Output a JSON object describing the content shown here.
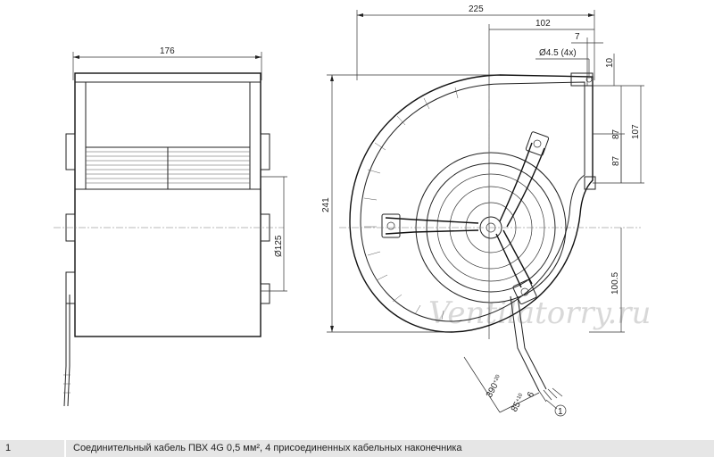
{
  "dimensions": {
    "side_width": "176",
    "front_width": "225",
    "outlet_offset": "102",
    "hole_offset": "7",
    "hole_spec": "Ø4.5 (4x)",
    "flange_height": "10",
    "outlet_87_upper": "87",
    "outlet_107": "107",
    "outlet_87_lower": "87",
    "height_241": "241",
    "center_100_5": "100.5",
    "inlet_diameter": "Ø125",
    "cable_length": "390",
    "cable_length_tol": "+20",
    "strip_6": "6",
    "strip_85": "85",
    "strip_85_tol": "+10",
    "callout_1": "1"
  },
  "watermark": "Ventilatorry.ru",
  "legend": {
    "number": "1",
    "text": "Соединительный кабель ПВХ 4G 0,5 мм², 4 присоединенных кабельных наконечника"
  }
}
